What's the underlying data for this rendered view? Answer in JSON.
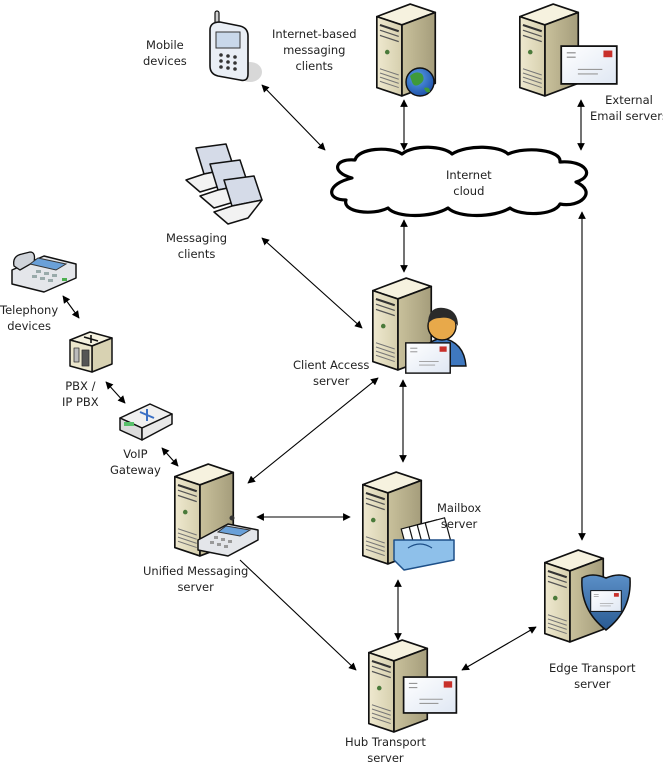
{
  "diagram": {
    "title": "Exchange Server Roles Topology",
    "nodes": {
      "mobile": {
        "label": [
          "Mobile",
          "devices"
        ],
        "icon": "mobile-phone-icon"
      },
      "internet_clients": {
        "label": [
          "Internet-based",
          "messaging",
          "clients"
        ],
        "icon": "server-globe-icon"
      },
      "external_email": {
        "label": [
          "External",
          "Email servers"
        ],
        "icon": "server-envelope-icon"
      },
      "cloud": {
        "label": [
          "Internet",
          "cloud"
        ],
        "icon": "cloud-icon"
      },
      "messaging_clients": {
        "label": [
          "Messaging",
          "clients"
        ],
        "icon": "laptops-icon"
      },
      "telephony": {
        "label": [
          "Telephony",
          "devices"
        ],
        "icon": "desk-phone-icon"
      },
      "pbx": {
        "label": [
          "PBX /",
          "IP PBX"
        ],
        "icon": "pbx-icon"
      },
      "voip": {
        "label": [
          "VoIP",
          "Gateway"
        ],
        "icon": "voip-gateway-icon"
      },
      "client_access": {
        "label": [
          "Client Access",
          "server"
        ],
        "icon": "server-user-icon"
      },
      "unified_messaging": {
        "label": [
          "Unified Messaging",
          "server"
        ],
        "icon": "server-phone-icon"
      },
      "mailbox": {
        "label": [
          "Mailbox",
          "server"
        ],
        "icon": "server-mailbox-icon"
      },
      "hub_transport": {
        "label": [
          "Hub Transport",
          "server"
        ],
        "icon": "server-envelope-icon"
      },
      "edge_transport": {
        "label": [
          "Edge Transport",
          "server"
        ],
        "icon": "server-shield-icon"
      }
    },
    "connections": [
      {
        "from": "mobile",
        "to": "cloud",
        "bidirectional": true
      },
      {
        "from": "internet_clients",
        "to": "cloud",
        "bidirectional": true
      },
      {
        "from": "external_email",
        "to": "cloud",
        "bidirectional": true
      },
      {
        "from": "cloud",
        "to": "client_access",
        "bidirectional": true
      },
      {
        "from": "messaging_clients",
        "to": "client_access",
        "bidirectional": true
      },
      {
        "from": "telephony",
        "to": "pbx",
        "bidirectional": true
      },
      {
        "from": "pbx",
        "to": "voip",
        "bidirectional": true
      },
      {
        "from": "voip",
        "to": "unified_messaging",
        "bidirectional": true
      },
      {
        "from": "client_access",
        "to": "unified_messaging",
        "bidirectional": true
      },
      {
        "from": "client_access",
        "to": "mailbox",
        "bidirectional": true
      },
      {
        "from": "unified_messaging",
        "to": "mailbox",
        "bidirectional": true
      },
      {
        "from": "unified_messaging",
        "to": "hub_transport",
        "bidirectional": false
      },
      {
        "from": "mailbox",
        "to": "hub_transport",
        "bidirectional": true
      },
      {
        "from": "hub_transport",
        "to": "edge_transport",
        "bidirectional": true
      },
      {
        "from": "cloud",
        "to": "edge_transport",
        "bidirectional": true
      }
    ]
  }
}
